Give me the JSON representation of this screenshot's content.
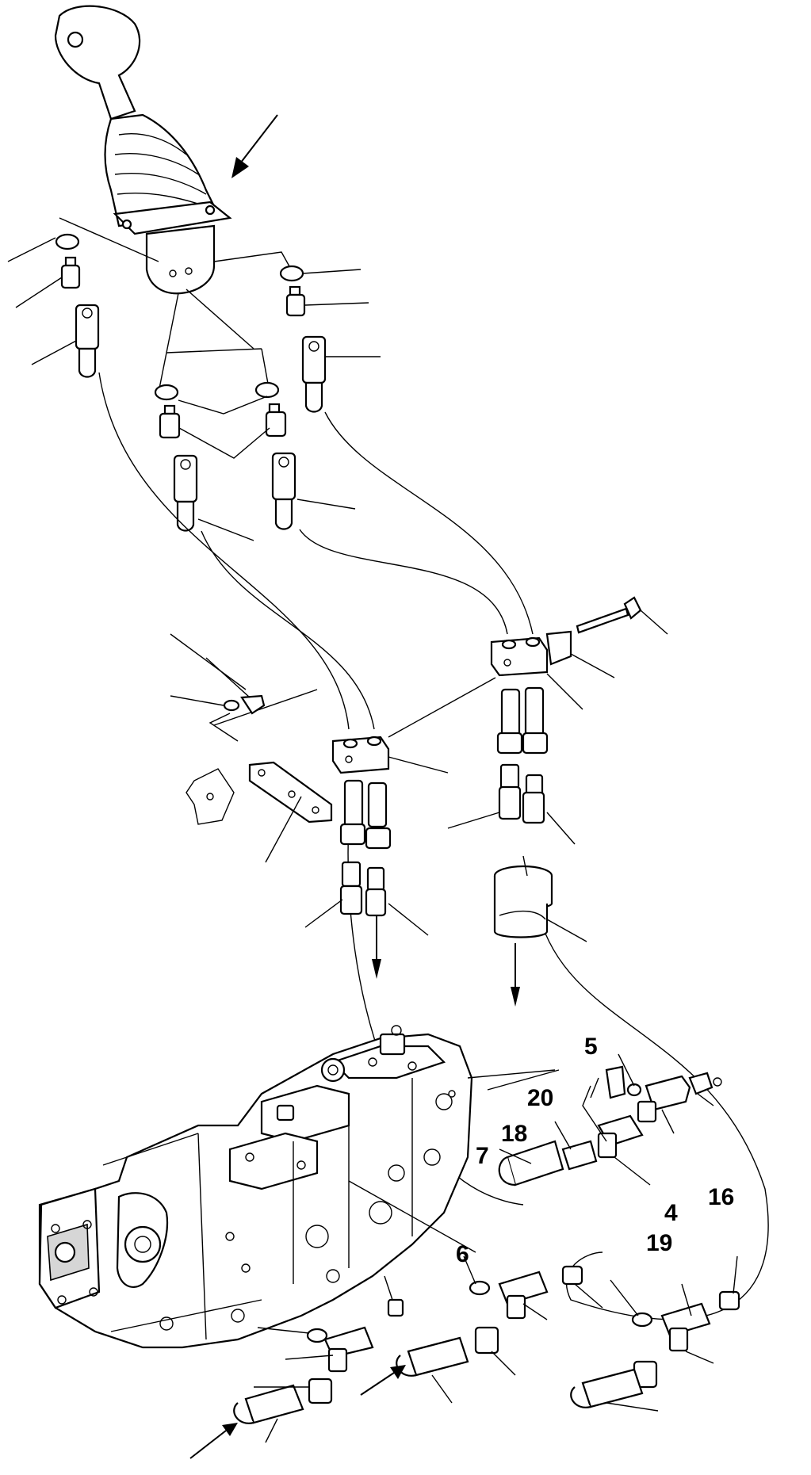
{
  "diagram": {
    "callouts": [
      {
        "id": "5",
        "text": "5"
      },
      {
        "id": "20",
        "text": "20"
      },
      {
        "id": "18",
        "text": "18"
      },
      {
        "id": "7",
        "text": "7"
      },
      {
        "id": "16",
        "text": "16"
      },
      {
        "id": "4",
        "text": "4"
      },
      {
        "id": "19",
        "text": "19"
      },
      {
        "id": "6",
        "text": "6"
      }
    ]
  }
}
